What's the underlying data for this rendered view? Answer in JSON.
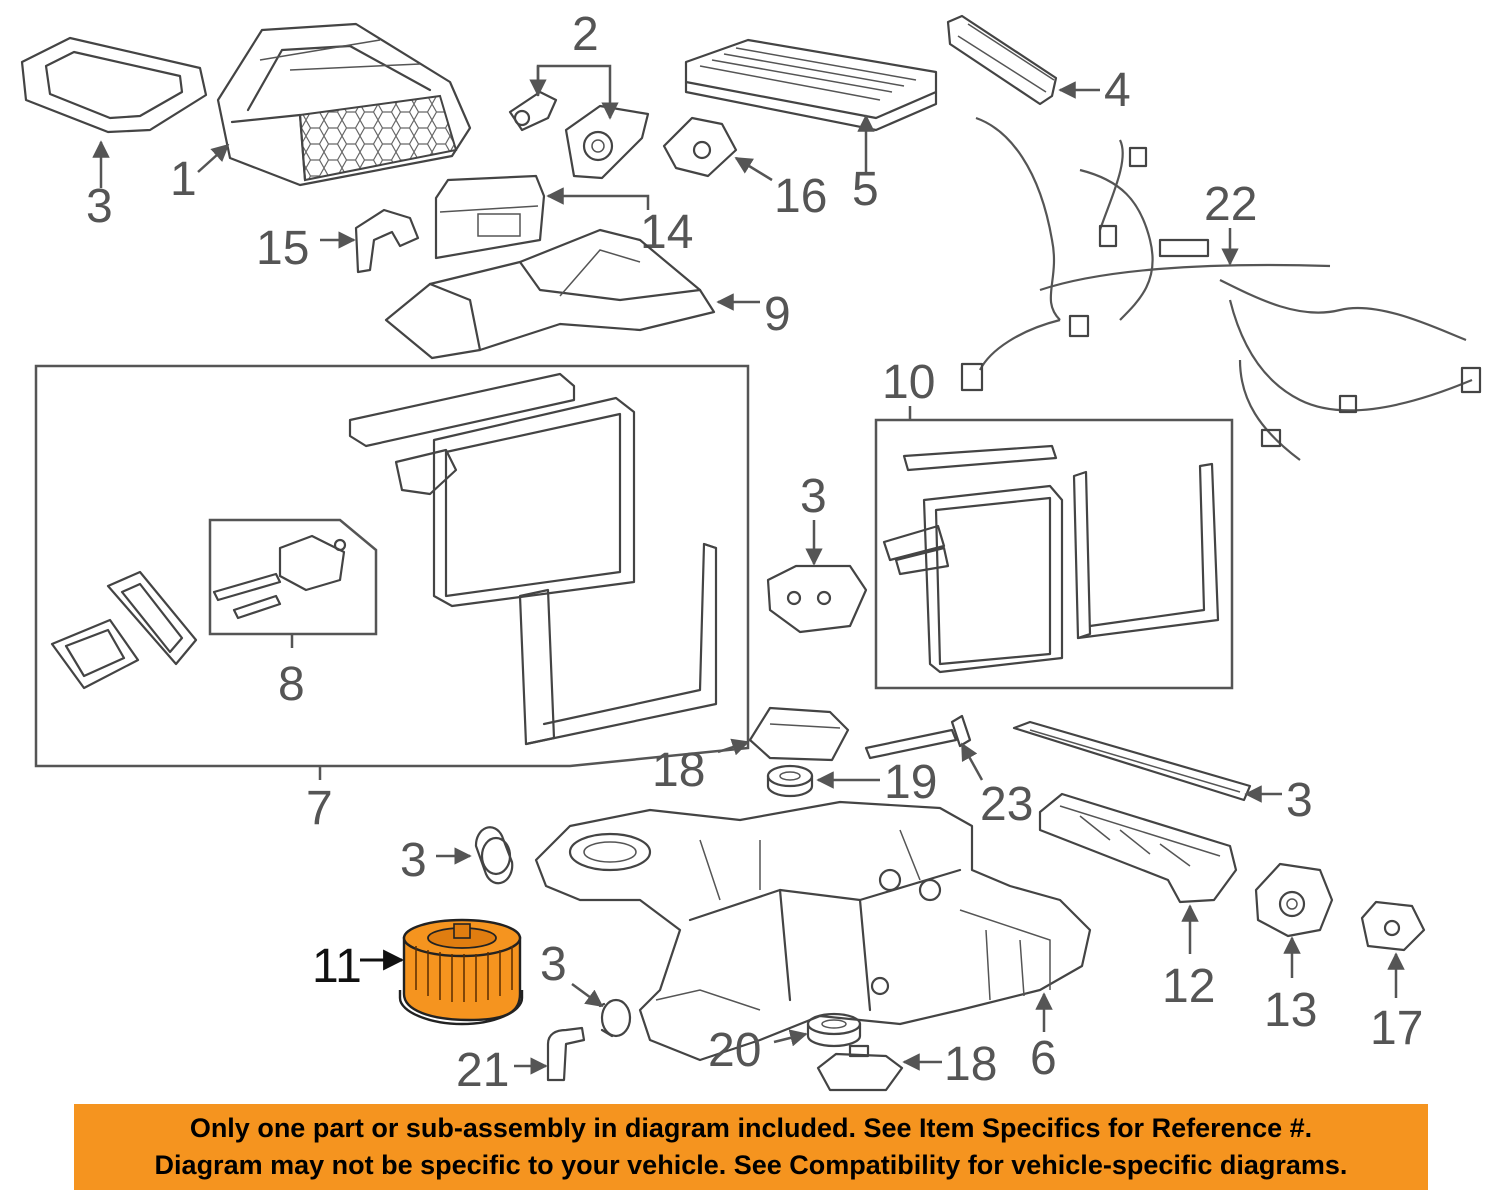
{
  "callouts": {
    "c1": "1",
    "c2": "2",
    "c3_a": "3",
    "c4": "4",
    "c5": "5",
    "c14": "14",
    "c15": "15",
    "c16": "16",
    "c9": "9",
    "c22": "22",
    "c10": "10",
    "c3_b": "3",
    "c8": "8",
    "c7": "7",
    "c18_a": "18",
    "c19": "19",
    "c23": "23",
    "c3_c": "3",
    "c3_d": "3",
    "c11": "11",
    "c3_e": "3",
    "c12": "12",
    "c13": "13",
    "c17": "17",
    "c21": "21",
    "c20": "20",
    "c18_b": "18",
    "c6": "6"
  },
  "highlight_color": "#f5941f",
  "banner": {
    "line1": "Only one part or sub-assembly in diagram included. See Item Specifics for Reference #.",
    "line2": "Diagram may not be specific to your vehicle. See Compatibility for vehicle-specific diagrams."
  }
}
